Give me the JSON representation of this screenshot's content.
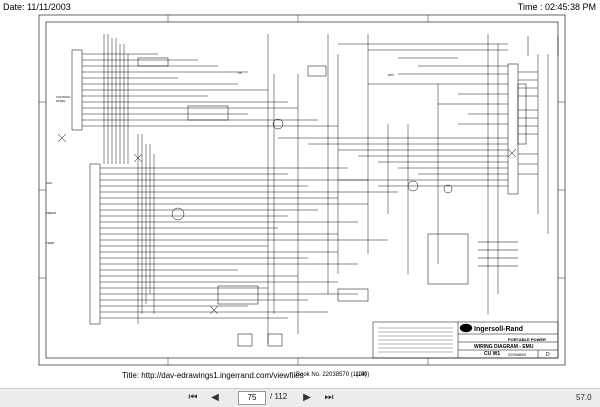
{
  "header": {
    "date": "Date: 11/11/2003",
    "time": "Time : 02:45:38 PM"
  },
  "footer": {
    "title_url": "Title: http://dav-edrawings1.ingerrand.com/viewfiles",
    "book_no": "Book No. 22038570 (11/00)",
    "sheet_ref": "(14)"
  },
  "title_block": {
    "brand": "Ingersoll-Rand",
    "division": "PORTABLE POWER",
    "diagram": "WIRING DIAGRAM - EMU",
    "sub": "CU W1",
    "part_no": "22094650",
    "rev": "D"
  },
  "viewer": {
    "page_current": "75",
    "page_total": "/ 112",
    "zoom": "57.0"
  },
  "icons": {
    "first": "first-page-icon",
    "prev": "prev-page-icon",
    "next": "next-page-icon",
    "last": "last-page-icon"
  }
}
